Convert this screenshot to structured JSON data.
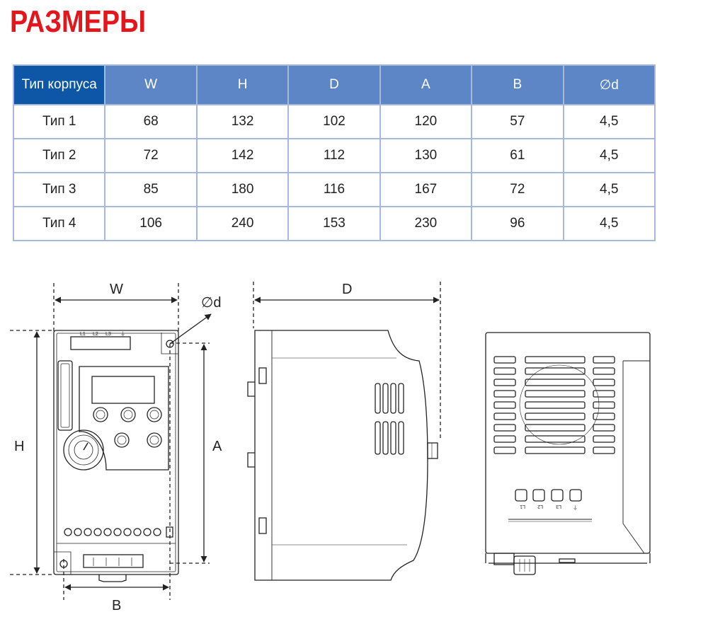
{
  "title": "РАЗМЕРЫ",
  "table": {
    "headers": [
      "Тип корпуса",
      "W",
      "H",
      "D",
      "A",
      "B",
      "∅d"
    ],
    "rows": [
      [
        "Тип 1",
        "68",
        "132",
        "102",
        "120",
        "57",
        "4,5"
      ],
      [
        "Тип 2",
        "72",
        "142",
        "112",
        "130",
        "61",
        "4,5"
      ],
      [
        "Тип 3",
        "85",
        "180",
        "116",
        "167",
        "72",
        "4,5"
      ],
      [
        "Тип 4",
        "106",
        "240",
        "153",
        "230",
        "96",
        "4,5"
      ]
    ]
  },
  "drawing": {
    "labels": {
      "W": "W",
      "H": "H",
      "A": "A",
      "B": "B",
      "D": "D",
      "d": "∅d"
    },
    "front_terminals": [
      "L1",
      "L2",
      "L3",
      "⏚"
    ],
    "bottom_terminals": [
      "L1",
      "L2",
      "L3",
      "⏚"
    ]
  },
  "colors": {
    "title": "#e3161c",
    "header_first": "#0d57a6",
    "header": "#5d86c6",
    "border": "#a6b8db"
  }
}
